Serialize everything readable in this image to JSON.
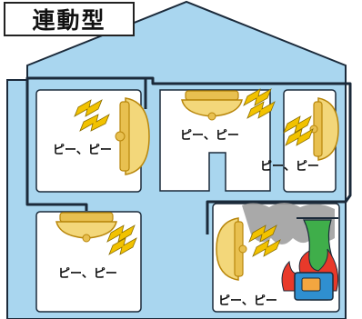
{
  "title": "連動型",
  "alarm_text": "ピー、ピー",
  "colors": {
    "sky_blue": "#a9d6ef",
    "wall": "#ffffff",
    "outline": "#1b2a3a",
    "alarm_body": "#f3d77a",
    "alarm_rim": "#b8860b",
    "sound_wave": "#f2c200",
    "smoke": "#9a9a9a",
    "curtain": "#3fae4a",
    "fire": "#e8392a",
    "appliance": "#2f8fd0"
  },
  "alarms": [
    {
      "name": "alarm-upper-left",
      "icon": "smoke-detector-icon"
    },
    {
      "name": "alarm-upper-middle",
      "icon": "smoke-detector-icon"
    },
    {
      "name": "alarm-upper-right",
      "icon": "smoke-detector-icon"
    },
    {
      "name": "alarm-lower-left",
      "icon": "smoke-detector-icon"
    },
    {
      "name": "alarm-lower-right",
      "icon": "smoke-detector-icon"
    }
  ]
}
